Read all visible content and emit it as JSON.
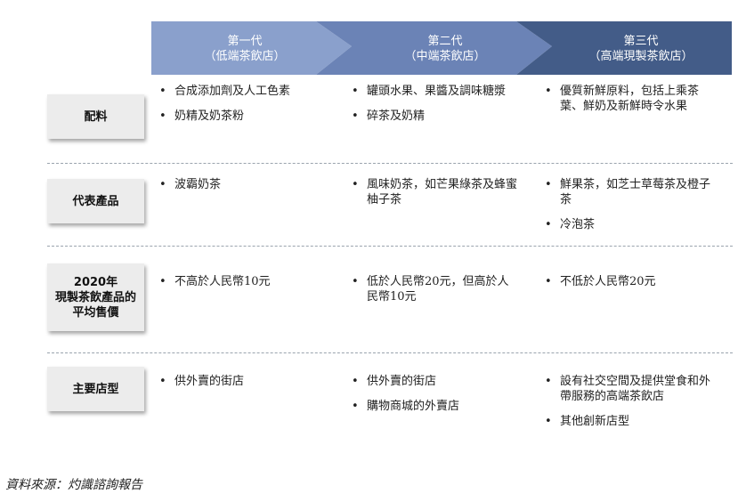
{
  "header": {
    "gen1": {
      "line1": "第一代",
      "line2": "（低端茶飲店）"
    },
    "gen2": {
      "line1": "第二代",
      "line2": "（中端茶飲店）"
    },
    "gen3": {
      "line1": "第三代",
      "line2": "（高端現製茶飲店）"
    }
  },
  "colors": {
    "gen1": "#8aa0cc",
    "gen2": "#6b83b6",
    "gen3": "#435c88"
  },
  "rows": {
    "ingredients": {
      "label": "配料",
      "gen1": [
        "合成添加劑及人工色素",
        "奶精及奶茶粉"
      ],
      "gen2": [
        "罐頭水果、果醬及調味糖漿",
        "碎茶及奶精"
      ],
      "gen3": [
        "優質新鮮原料，包括上乘茶葉、鮮奶及新鮮時令水果"
      ]
    },
    "products": {
      "label": "代表產品",
      "gen1": [
        "波霸奶茶"
      ],
      "gen2": [
        "風味奶茶，如芒果綠茶及蜂蜜柚子茶"
      ],
      "gen3": [
        "鮮果茶，如芝士草莓茶及橙子茶",
        "冷泡茶"
      ]
    },
    "price": {
      "label_line1": "2020年",
      "label_line2": "現製茶飲產品的",
      "label_line3": "平均售價",
      "gen1": [
        "不高於人民幣10元"
      ],
      "gen2": [
        "低於人民幣20元，但高於人民幣10元"
      ],
      "gen3": [
        "不低於人民幣20元"
      ]
    },
    "store": {
      "label": "主要店型",
      "gen1": [
        "供外賣的街店"
      ],
      "gen2": [
        "供外賣的街店",
        "購物商城的外賣店"
      ],
      "gen3": [
        "設有社交空間及提供堂食和外帶服務的高端茶飲店",
        "其他創新店型"
      ]
    }
  },
  "source": "資料來源：灼識諮詢報告"
}
